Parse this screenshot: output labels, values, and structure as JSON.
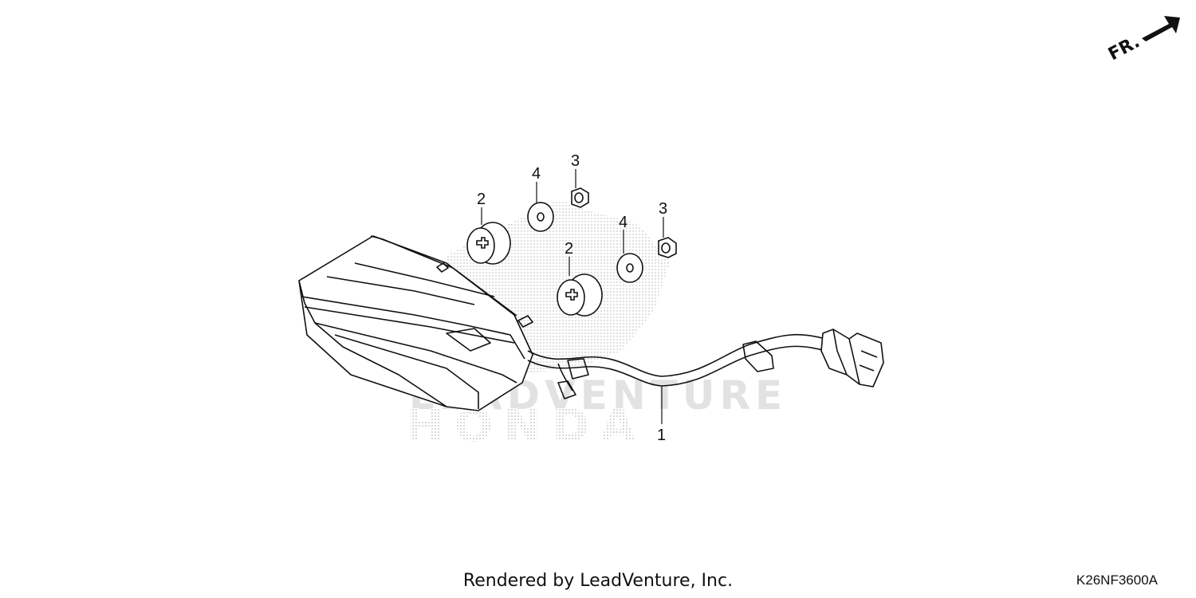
{
  "diagram": {
    "direction_label": "FR.",
    "watermark_line1": "LEADVENTURE",
    "watermark_line2": "HONDA",
    "callouts": {
      "harness": "1",
      "grommet_a": "2",
      "grommet_b": "2",
      "nut_a": "3",
      "nut_b": "3",
      "washer_a": "4",
      "washer_b": "4"
    }
  },
  "footer": {
    "credit": "Rendered by LeadVenture, Inc.",
    "diagram_code": "K26NF3600A"
  },
  "colors": {
    "line": "#111111",
    "watermark": "#d8d8d8"
  }
}
